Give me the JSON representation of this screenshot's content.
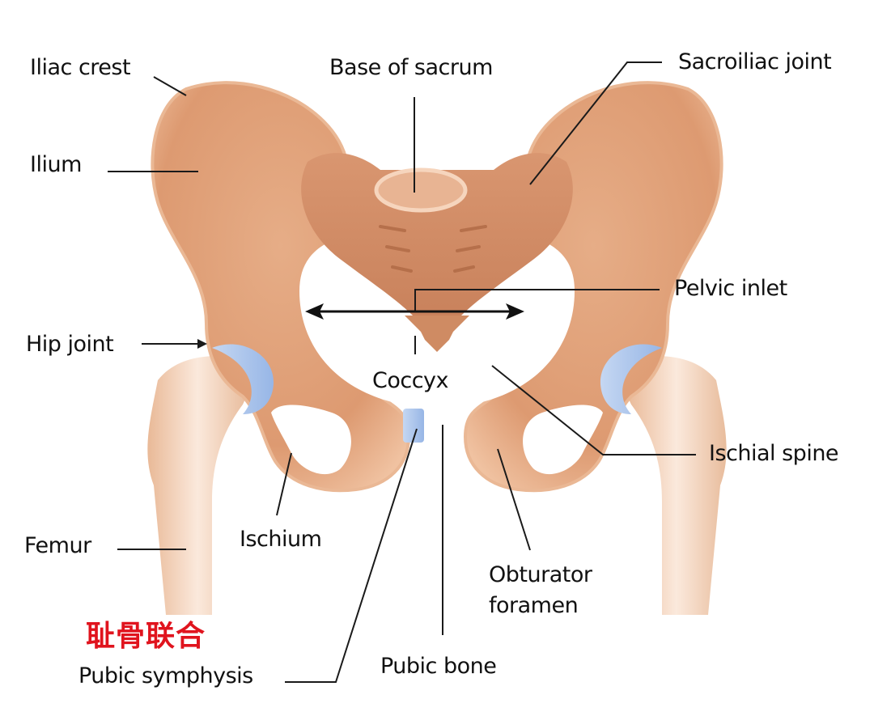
{
  "diagram": {
    "subject": "Human pelvis anatomy (anterior view)",
    "colors": {
      "bone": "#e0a27a",
      "bone_shadow": "#c9825c",
      "bone_highlight": "#f1c3a3",
      "femur": "#f3d6c1",
      "cartilage": "#a8c4ec",
      "leader_line": "#1a1a1a",
      "label_text": "#111111",
      "chinese_label": "#e0141e"
    },
    "labels": [
      {
        "id": "iliac-crest",
        "text": "Iliac crest"
      },
      {
        "id": "ilium",
        "text": "Ilium"
      },
      {
        "id": "base-of-sacrum",
        "text": "Base of sacrum"
      },
      {
        "id": "sacroiliac-joint",
        "text": "Sacroiliac joint"
      },
      {
        "id": "pelvic-inlet",
        "text": "Pelvic inlet"
      },
      {
        "id": "hip-joint",
        "text": "Hip joint"
      },
      {
        "id": "coccyx",
        "text": "Coccyx"
      },
      {
        "id": "ischial-spine",
        "text": "Ischial spine"
      },
      {
        "id": "femur",
        "text": "Femur"
      },
      {
        "id": "ischium",
        "text": "Ischium"
      },
      {
        "id": "obturator-foramen",
        "text": "Obturator\nforamen"
      },
      {
        "id": "pubic-symphysis-cn",
        "text": "耻骨联合"
      },
      {
        "id": "pubic-symphysis",
        "text": "Pubic symphysis"
      },
      {
        "id": "pubic-bone",
        "text": "Pubic bone"
      }
    ]
  }
}
